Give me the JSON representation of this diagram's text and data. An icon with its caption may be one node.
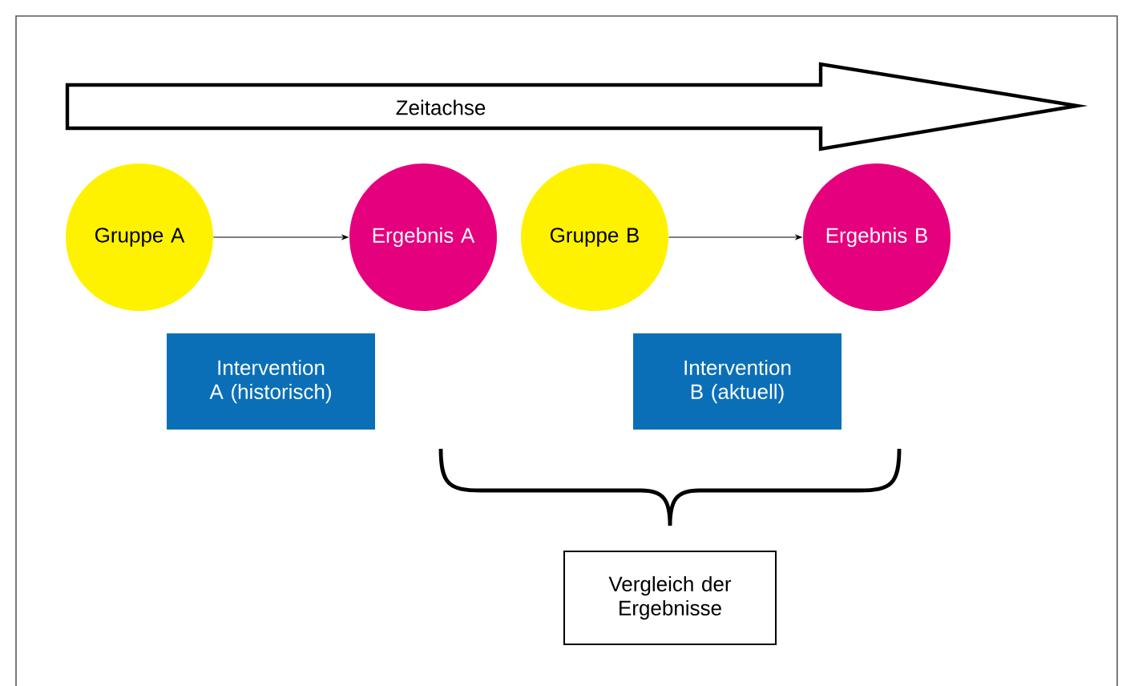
{
  "diagram": {
    "nodes": [
      {
        "text": [
          "Zeitachse"
        ]
      },
      {
        "text": [
          "Gruppe A"
        ]
      },
      {
        "text": [
          "Ergebnis A"
        ]
      },
      {
        "text": [
          "Gruppe B"
        ]
      },
      {
        "text": [
          "Ergebnis B"
        ]
      },
      {
        "text": [
          "Intervention A (historisch)"
        ]
      },
      {
        "text": [
          "Intervention B (aktuell)"
        ]
      },
      {
        "text": [
          "Vergleich der Ergebnisse"
        ]
      }
    ],
    "edges": [
      {
        "from": 1,
        "to": 2,
        "arrow": "to"
      },
      {
        "from": 3,
        "to": 4,
        "arrow": "to"
      }
    ]
  }
}
